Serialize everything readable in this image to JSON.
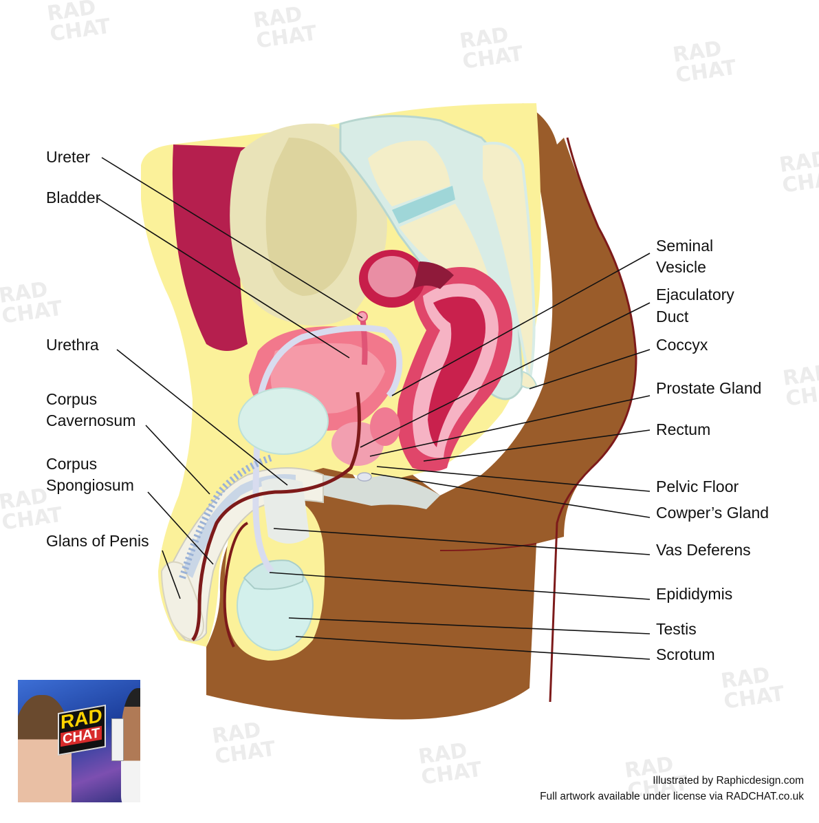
{
  "labels": {
    "ureter": "Ureter",
    "bladder": "Bladder",
    "urethra": "Urethra",
    "corpus_cavernosum_1": "Corpus",
    "corpus_cavernosum_2": "Cavernosum",
    "corpus_spongiosum_1": "Corpus",
    "corpus_spongiosum_2": "Spongiosum",
    "glans_of_penis": "Glans of Penis",
    "seminal_vesicle_1": "Seminal",
    "seminal_vesicle_2": "Vesicle",
    "ejaculatory_duct_1": "Ejaculatory",
    "ejaculatory_duct_2": "Duct",
    "coccyx": "Coccyx",
    "prostate_gland": "Prostate Gland",
    "rectum": "Rectum",
    "pelvic_floor": "Pelvic Floor",
    "cowpers_gland": "Cowper’s Gland",
    "vas_deferens": "Vas Deferens",
    "epididymis": "Epididymis",
    "testis": "Testis",
    "scrotum": "Scrotum"
  },
  "credits": {
    "line1": "Illustrated by Raphicdesign.com",
    "line2": "Full artwork available under license via RADCHAT.co.uk"
  },
  "logo": {
    "rad": "RAD",
    "chat": "CHAT"
  },
  "watermark": {
    "text_top": "RAD",
    "text_bottom": "CHAT"
  },
  "colors": {
    "skin": "#9a5c2a",
    "fat": "#fbf19a",
    "bladder": "#f2788c",
    "rectum": "#e0466a",
    "bone": "#f4eec8",
    "testis": "#d3f0ec",
    "pubis": "#b51f4e"
  }
}
